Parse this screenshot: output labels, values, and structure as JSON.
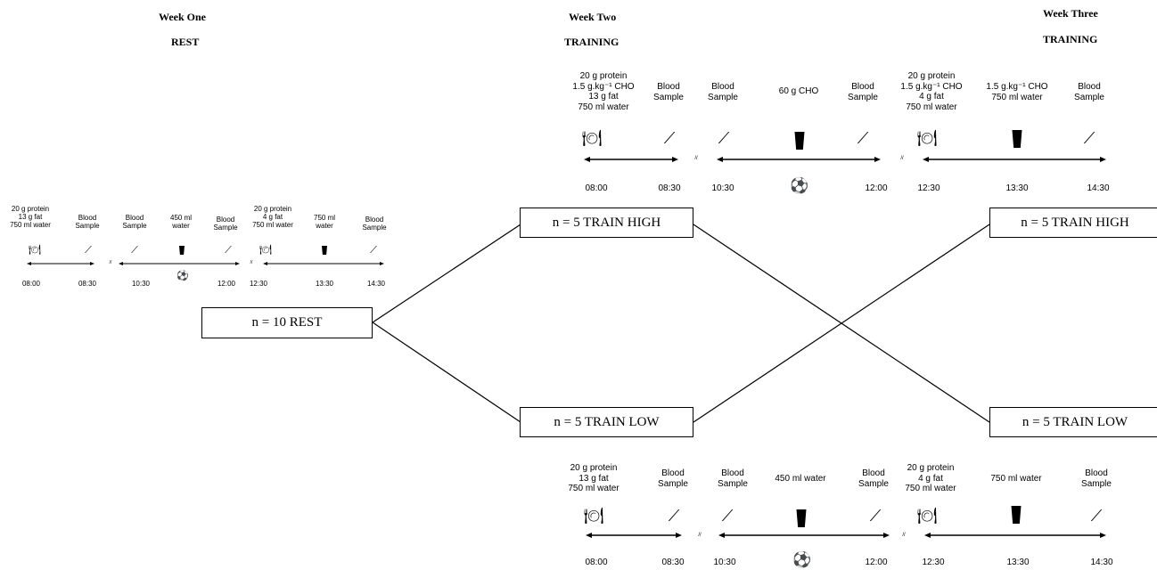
{
  "headers": {
    "week1_title": "Week One",
    "week1_sub": "REST",
    "week2_title": "Week Two",
    "week2_sub": "TRAINING",
    "week3_title": "Week Three",
    "week3_sub": "TRAINING"
  },
  "boxes": {
    "rest": "n = 10 REST",
    "w2_high": "n = 5 TRAIN HIGH",
    "w2_low": "n = 5 TRAIN LOW",
    "w3_high": "n = 5 TRAIN HIGH",
    "w3_low": "n = 5 TRAIN LOW"
  },
  "rest_protocol": {
    "labels": [
      "20 g protein\n13 g fat\n750 ml water",
      "Blood\nSample",
      "Blood\nSample",
      "450 ml\nwater",
      "Blood\nSample",
      "20 g protein\n4 g fat\n750 ml water",
      "750 ml\nwater",
      "Blood\nSample"
    ],
    "times": [
      "08:00",
      "08:30",
      "10:30",
      "12:00",
      "12:30",
      "13:30",
      "14:30"
    ]
  },
  "high_protocol": {
    "labels": [
      "20 g protein\n1.5 g.kg⁻¹ CHO\n13 g fat\n750 ml water",
      "Blood\nSample",
      "Blood\nSample",
      "60 g CHO",
      "Blood\nSample",
      "20 g protein\n1.5 g.kg⁻¹ CHO\n4 g fat\n750 ml water",
      "1.5 g.kg⁻¹ CHO\n750 ml water",
      "Blood\nSample"
    ],
    "times": [
      "08:00",
      "08:30",
      "10:30",
      "12:00",
      "12:30",
      "13:30",
      "14:30"
    ]
  },
  "low_protocol": {
    "labels": [
      "20 g protein\n13 g fat\n750 ml water",
      "Blood\nSample",
      "Blood\nSample",
      "450 ml water",
      "Blood\nSample",
      "20 g protein\n4 g fat\n750 ml water",
      "750 ml water",
      "Blood\nSample"
    ],
    "times": [
      "08:00",
      "08:30",
      "10:30",
      "12:00",
      "12:30",
      "13:30",
      "14:30"
    ]
  },
  "icons": [
    "meal-icon",
    "syringe-icon",
    "drink-cup-icon",
    "football-icon",
    "break-mark-icon"
  ]
}
